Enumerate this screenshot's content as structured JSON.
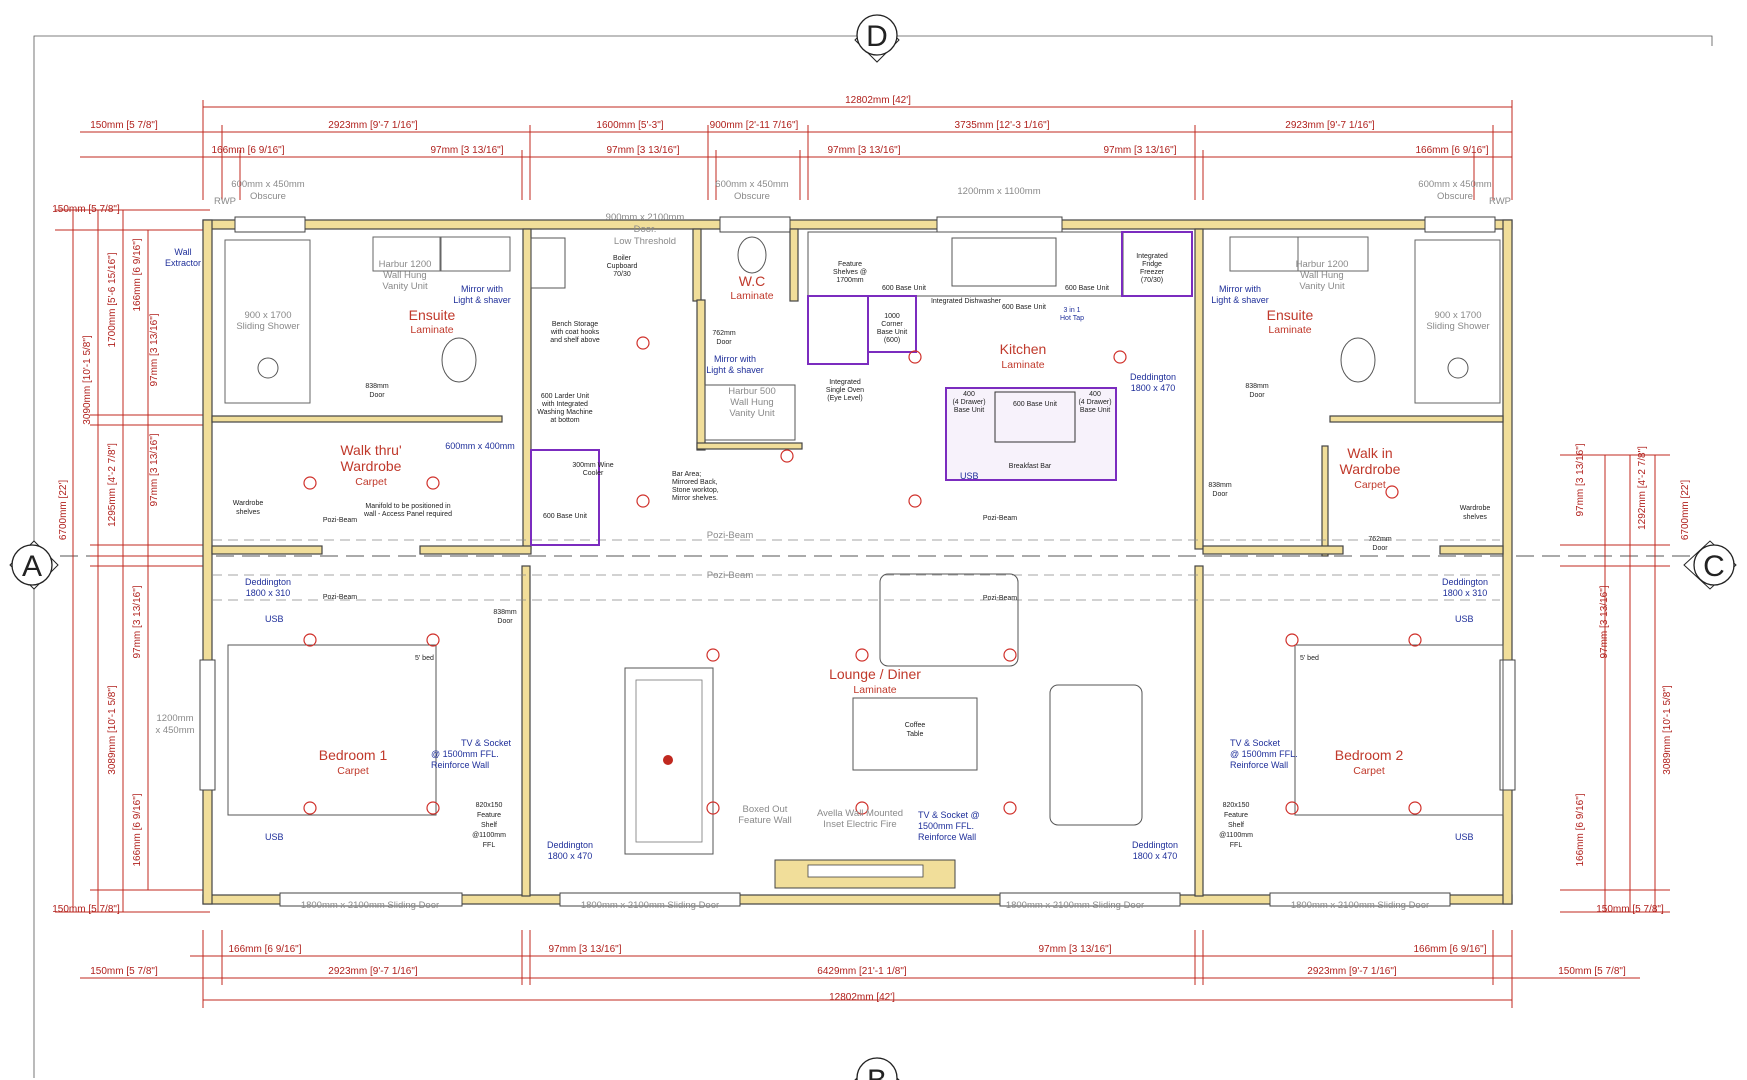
{
  "grid_markers": {
    "top": "D",
    "left": "A",
    "right": "C",
    "bottom": "B"
  },
  "dims_top": {
    "overall": "12802mm [42']",
    "row1": [
      "150mm [5 7/8\"]",
      "2923mm [9'-7 1/16\"]",
      "1600mm [5'-3\"]",
      "900mm [2'-11 7/16\"]",
      "3735mm [12'-3 1/16\"]",
      "2923mm [9'-7 1/16\"]"
    ],
    "row2": [
      "166mm [6 9/16\"]",
      "97mm [3 13/16\"]",
      "97mm [3 13/16\"]",
      "97mm [3 13/16\"]",
      "97mm [3 13/16\"]",
      "166mm [6 9/16\"]"
    ]
  },
  "dims_bottom": {
    "row1": [
      "166mm [6 9/16\"]",
      "97mm [3 13/16\"]",
      "97mm [3 13/16\"]",
      "166mm [6 9/16\"]"
    ],
    "row2": [
      "150mm [5 7/8\"]",
      "2923mm [9'-7 1/16\"]",
      "6429mm [21'-1 1/8\"]",
      "2923mm [9'-7 1/16\"]",
      "150mm [5 7/8\"]"
    ],
    "overall": "12802mm [42']"
  },
  "dims_left": [
    "150mm [5 7/8\"]",
    "166mm [6 9/16\"]",
    "1700mm [5'-6 15/16\"]",
    "97mm [3 13/16\"]",
    "3090mm [10'-1 5/8\"]",
    "1295mm [4'-2 7/8\"]",
    "97mm [3 13/16\"]",
    "6700mm [22']",
    "97mm [3 13/16\"]",
    "3089mm [10'-1 5/8\"]",
    "166mm [6 9/16\"]",
    "150mm [5 7/8\"]"
  ],
  "dims_right": [
    "97mm [3 13/16\"]",
    "1292mm [4'-2 7/8\"]",
    "6700mm [22']",
    "97mm [3 13/16\"]",
    "3089mm [10'-1 5/8\"]",
    "166mm [6 9/16\"]",
    "150mm [5 7/8\"]"
  ],
  "windows": {
    "w1": [
      "600mm x 450mm",
      "Obscure"
    ],
    "w2": [
      "600mm x 450mm",
      "Obscure"
    ],
    "w3": "1200mm x 1100mm",
    "w4": [
      "600mm x 450mm",
      "Obscure"
    ],
    "w5": [
      "1200mm",
      "x 450mm"
    ],
    "rwp": "RWP",
    "door": [
      "900mm x 2100mm",
      "Door.",
      "Low Threshold"
    ],
    "sliding": [
      "1800mm x 2100mm Sliding Door",
      "1800mm x 2100mm Sliding Door",
      "1800mm x 2100mm Sliding Door",
      "1800mm x 2100mm Sliding Door"
    ]
  },
  "rooms": {
    "ensuite1": {
      "name": "Ensuite",
      "floor": "Laminate"
    },
    "ensuite2": {
      "name": "Ensuite",
      "floor": "Laminate"
    },
    "wc": {
      "name": "W.C",
      "floor": "Laminate"
    },
    "kitchen": {
      "name": "Kitchen",
      "floor": "Laminate"
    },
    "walkthru": {
      "name1": "Walk thru'",
      "name2": "Wardrobe",
      "floor": "Carpet"
    },
    "walkin": {
      "name1": "Walk in",
      "name2": "Wardrobe",
      "floor": "Carpet"
    },
    "lounge": {
      "name": "Lounge / Diner",
      "floor": "Laminate"
    },
    "bed1": {
      "name": "Bedroom 1",
      "floor": "Carpet"
    },
    "bed2": {
      "name": "Bedroom 2",
      "floor": "Carpet"
    }
  },
  "notes": {
    "mirror1": [
      "Mirror with",
      "Light & shaver"
    ],
    "mirror2": [
      "Mirror with",
      "Light & shaver"
    ],
    "mirror3": [
      "Mirror with",
      "Light & shaver"
    ],
    "wall_extractor": [
      "Wall",
      "Extractor"
    ],
    "deddington_kitchen": [
      "Deddington",
      "1800 x 470"
    ],
    "deddington_b1": [
      "Deddington",
      "1800 x 310"
    ],
    "deddington_b2": [
      "Deddington",
      "1800 x 310"
    ],
    "deddington_lounge_l": [
      "Deddington",
      "1800 x 470"
    ],
    "deddington_lounge_r": [
      "Deddington",
      "1800 x 470"
    ],
    "tv1": [
      "TV & Socket",
      "@ 1500mm FFL.",
      "Reinforce Wall"
    ],
    "tv2": [
      "TV & Socket",
      "@ 1500mm FFL.",
      "Reinforce Wall"
    ],
    "tv3": [
      "TV & Socket @",
      "1500mm FFL.",
      "Reinforce Wall"
    ],
    "hr_radiator": "600mm x 400mm",
    "usb": "USB"
  },
  "grey_labels": {
    "harbur1": [
      "Harbur 1200",
      "Wall Hung",
      "Vanity Unit"
    ],
    "harbur2": [
      "Harbur 1200",
      "Wall Hung",
      "Vanity Unit"
    ],
    "harbur_wc": [
      "Harbur 500",
      "Wall Hung",
      "Vanity Unit"
    ],
    "shower1": [
      "900 x 1700",
      "Sliding Shower"
    ],
    "shower2": [
      "900 x 1700",
      "Sliding Shower"
    ],
    "door838a": [
      "838mm",
      "Door"
    ],
    "door838b": [
      "838mm",
      "Door"
    ],
    "door838c": [
      "838mm",
      "Door"
    ],
    "door838d": [
      "838mm",
      "Door"
    ],
    "door762a": [
      "762mm",
      "Door"
    ],
    "door762b": [
      "762mm",
      "Door"
    ],
    "shelf1": [
      "820x150",
      "Feature",
      "Shelf",
      "@1100mm",
      "FFL"
    ],
    "shelf2": [
      "820x150",
      "Feature",
      "Shelf",
      "@1100mm",
      "FFL"
    ],
    "boxed": [
      "Boxed Out",
      "Feature Wall"
    ],
    "fire": [
      "Avella Wall Mounted",
      "Inset Electric Fire"
    ],
    "breakfast": "Breakfast Bar",
    "coffee": [
      "Coffee",
      "Table"
    ],
    "pozi": [
      "Pozi-Beam",
      "Pozi-Beam",
      "Pozi-Beam",
      "Pozi-Beam",
      "Pozi-Beam",
      "Pozi-Beam"
    ],
    "bar_area": [
      "Bar Area;",
      "Mirrored Back,",
      "Stone worktop,",
      "Mirror shelves."
    ],
    "feature_shelves": [
      "Feature",
      "Shelves @",
      "1700mm"
    ],
    "bed_label": "5' bed",
    "wardrobe_shelves": [
      "Wardrobe",
      "shelves"
    ]
  },
  "kitchen_units": {
    "base1": "600 Base Unit",
    "base2": "600 Base Unit",
    "base3": "600 Base Unit",
    "dishwasher": "Integrated Dishwasher",
    "fridge": [
      "Integrated",
      "Fridge",
      "Freezer",
      "(70/30)"
    ],
    "corner": [
      "1000",
      "Corner",
      "Base Unit",
      "(600)"
    ],
    "oven": [
      "Integrated",
      "Single Oven",
      "(Eye Level)"
    ],
    "hob": [
      "3 in 1",
      "Hot Tap"
    ],
    "drawer1": [
      "400",
      "(4 Drawer)",
      "Base Unit"
    ],
    "drawer2": [
      "400",
      "(4 Drawer)",
      "Base Unit"
    ],
    "island_base": "600 Base Unit",
    "larder": [
      "600 Larder Unit",
      "with Integrated",
      "Washing Machine",
      "at bottom"
    ],
    "boiler": [
      "Boiler",
      "Cupboard",
      "70/30"
    ],
    "wine": [
      "300mm Wine",
      "Cooler"
    ],
    "base_util": "600 Base Unit",
    "bench": [
      "Bench Storage",
      "with coat hooks",
      "and shelf above"
    ],
    "manifold": [
      "Manifold to be positioned in",
      "wall - Access Panel required"
    ]
  }
}
